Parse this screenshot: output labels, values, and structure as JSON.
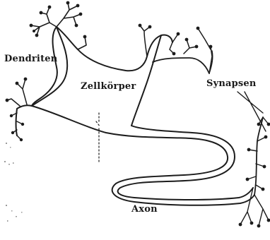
{
  "labels": {
    "dendrites": "Dendriten",
    "cell_body": "Zellkörper",
    "synapses": "Synapsen",
    "axon": "Axon"
  },
  "colors": {
    "ink": "#1c1c1c",
    "background": "#ffffff"
  }
}
